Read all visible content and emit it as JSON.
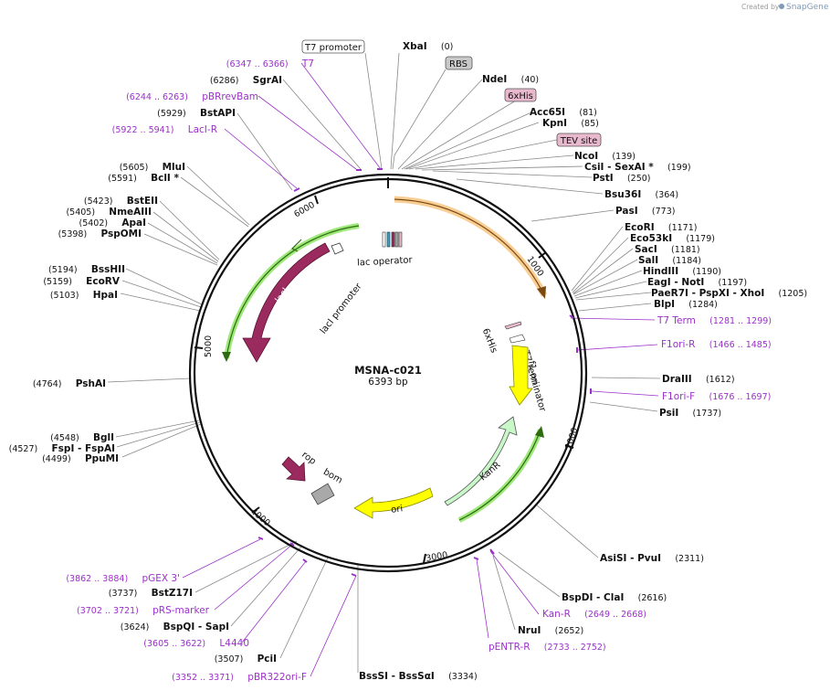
{
  "credit": {
    "prefix": "Created by",
    "brand": "SnapGene"
  },
  "plasmid": {
    "name": "MSNA-c021",
    "length_label": "6393 bp",
    "length": 6393
  },
  "ticks": [
    "1000",
    "2000",
    "3000",
    "4000",
    "5000",
    "6000"
  ],
  "boxed_labels": [
    {
      "name": "T7 promoter",
      "style": "white"
    },
    {
      "name": "RBS",
      "style": "gray"
    },
    {
      "name": "6xHis",
      "style": "pink"
    },
    {
      "name": "TEV site",
      "style": "pink"
    }
  ],
  "sites": [
    {
      "name": "XbaI",
      "pos": "(0)",
      "side": "top"
    },
    {
      "name": "NdeI",
      "pos": "(40)",
      "side": "right"
    },
    {
      "name": "Acc65I",
      "pos": "(81)",
      "side": "right"
    },
    {
      "name": "KpnI",
      "pos": "(85)",
      "side": "right"
    },
    {
      "name": "NcoI",
      "pos": "(139)",
      "side": "right"
    },
    {
      "name": "CsiI - SexAI *",
      "pos": "(199)",
      "side": "right"
    },
    {
      "name": "PstI",
      "pos": "(250)",
      "side": "right"
    },
    {
      "name": "Bsu36I",
      "pos": "(364)",
      "side": "right"
    },
    {
      "name": "PasI",
      "pos": "(773)",
      "side": "right"
    },
    {
      "name": "EcoRI",
      "pos": "(1171)",
      "side": "right"
    },
    {
      "name": "Eco53kI",
      "pos": "(1179)",
      "side": "right"
    },
    {
      "name": "SacI",
      "pos": "(1181)",
      "side": "right"
    },
    {
      "name": "SalI",
      "pos": "(1184)",
      "side": "right"
    },
    {
      "name": "HindIII",
      "pos": "(1190)",
      "side": "right"
    },
    {
      "name": "EagI - NotI",
      "pos": "(1197)",
      "side": "right"
    },
    {
      "name": "PaeR7I - PspXI - XhoI",
      "pos": "(1205)",
      "side": "right"
    },
    {
      "name": "BlpI",
      "pos": "(1284)",
      "side": "right"
    },
    {
      "name": "DraIII",
      "pos": "(1612)",
      "side": "right"
    },
    {
      "name": "PsiI",
      "pos": "(1737)",
      "side": "right"
    },
    {
      "name": "AsiSI - PvuI",
      "pos": "(2311)",
      "side": "right"
    },
    {
      "name": "BspDI - ClaI",
      "pos": "(2616)",
      "side": "right"
    },
    {
      "name": "NruI",
      "pos": "(2652)",
      "side": "right"
    },
    {
      "name": "BssSI - BssSαI",
      "pos": "(3334)",
      "side": "right"
    },
    {
      "name": "PciI",
      "pos": "(3507)",
      "side": "left"
    },
    {
      "name": "BspQI - SapI",
      "pos": "(3624)",
      "side": "left"
    },
    {
      "name": "BstZ17I",
      "pos": "(3737)",
      "side": "left"
    },
    {
      "name": "PpuMI",
      "pos": "(4499)",
      "side": "left"
    },
    {
      "name": "FspI - FspAI",
      "pos": "(4527)",
      "side": "left"
    },
    {
      "name": "BglI",
      "pos": "(4548)",
      "side": "left"
    },
    {
      "name": "PshAI",
      "pos": "(4764)",
      "side": "left"
    },
    {
      "name": "HpaI",
      "pos": "(5103)",
      "side": "left"
    },
    {
      "name": "EcoRV",
      "pos": "(5159)",
      "side": "left"
    },
    {
      "name": "BssHII",
      "pos": "(5194)",
      "side": "left"
    },
    {
      "name": "PspOMI",
      "pos": "(5398)",
      "side": "left"
    },
    {
      "name": "ApaI",
      "pos": "(5402)",
      "side": "left"
    },
    {
      "name": "NmeAIII",
      "pos": "(5405)",
      "side": "left"
    },
    {
      "name": "BstEII",
      "pos": "(5423)",
      "side": "left"
    },
    {
      "name": "BclI *",
      "pos": "(5591)",
      "side": "left"
    },
    {
      "name": "MluI",
      "pos": "(5605)",
      "side": "left"
    },
    {
      "name": "BstAPI",
      "pos": "(5929)",
      "side": "left"
    },
    {
      "name": "SgrAI",
      "pos": "(6286)",
      "side": "left"
    }
  ],
  "primers": [
    {
      "name": "T7",
      "pos": "(6347 .. 6366)",
      "side": "left"
    },
    {
      "name": "pBRrevBam",
      "pos": "(6244 .. 6263)",
      "side": "left"
    },
    {
      "name": "LacI-R",
      "pos": "(5922 .. 5941)",
      "side": "left"
    },
    {
      "name": "T7 Term",
      "pos": "(1281 .. 1299)",
      "side": "right"
    },
    {
      "name": "F1ori-R",
      "pos": "(1466 .. 1485)",
      "side": "right"
    },
    {
      "name": "F1ori-F",
      "pos": "(1676 .. 1697)",
      "side": "right"
    },
    {
      "name": "Kan-R",
      "pos": "(2649 .. 2668)",
      "side": "right"
    },
    {
      "name": "pENTR-R",
      "pos": "(2733 .. 2752)",
      "side": "right"
    },
    {
      "name": "pGEX 3'",
      "pos": "(3862 .. 3884)",
      "side": "left"
    },
    {
      "name": "pRS-marker",
      "pos": "(3702 .. 3721)",
      "side": "left"
    },
    {
      "name": "L4440",
      "pos": "(3605 .. 3622)",
      "side": "left"
    },
    {
      "name": "pBR322ori-F",
      "pos": "(3352 .. 3371)",
      "side": "left"
    }
  ],
  "features": [
    {
      "name": "lacI",
      "color": "#9b2a5e"
    },
    {
      "name": "lacI promoter",
      "color": "#ffffff"
    },
    {
      "name": "lac operator",
      "color": "#ffffff"
    },
    {
      "name": "6xHis",
      "color": "#ffffff"
    },
    {
      "name": "T7 terminator",
      "color": "#ffffff"
    },
    {
      "name": "f1 ori",
      "color": "#ffff00"
    },
    {
      "name": "KanR",
      "color": "#c8f7c8"
    },
    {
      "name": "ori",
      "color": "#ffff00"
    },
    {
      "name": "rop",
      "color": "#9b2a5e"
    },
    {
      "name": "bom",
      "color": "#a9a9a9"
    }
  ],
  "colors": {
    "primer": "#9b30c9",
    "orf_highlight": "#f5c27a",
    "gene_highlight": "#7ed957"
  }
}
